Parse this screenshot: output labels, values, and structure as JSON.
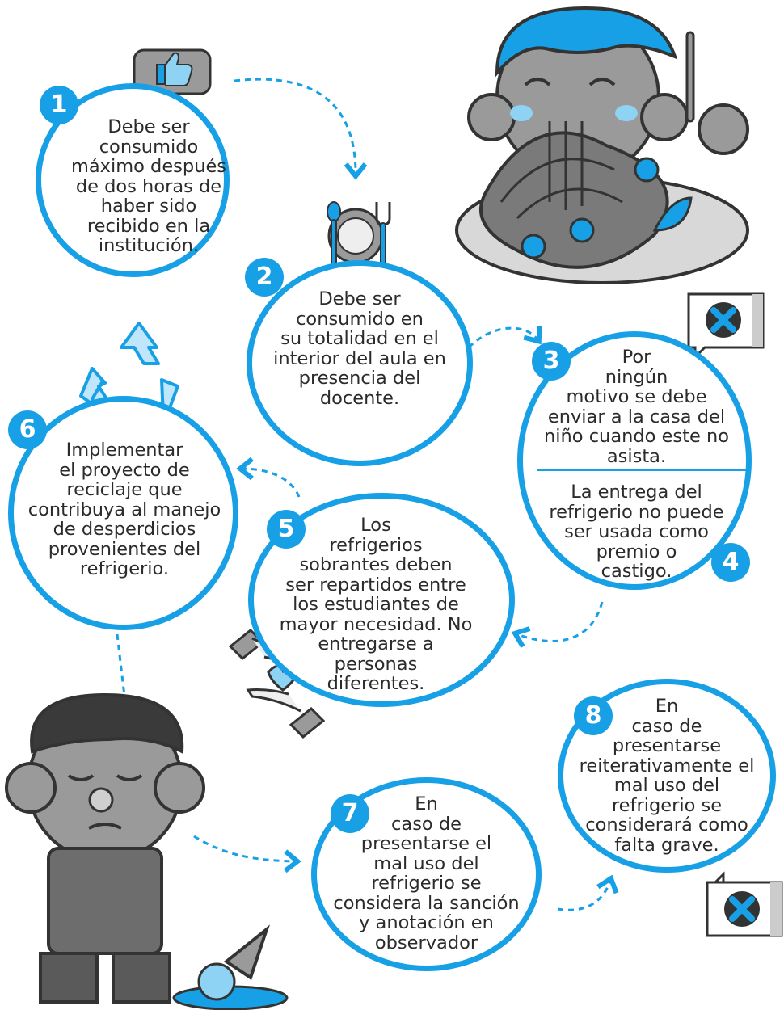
{
  "colors": {
    "accent": "#17a0e6",
    "light_blue": "#8fd3f4",
    "ink": "#2b2b2b",
    "gray": "#8c8c8c",
    "dark_gray": "#4a4a4a"
  },
  "steps": [
    {
      "num": "1",
      "text": "Debe ser\nconsumido\nmáximo después\nde dos horas de\nhaber sido\nrecibido en la\ninstitución."
    },
    {
      "num": "2",
      "text": "Debe ser\nconsumido en\nsu totalidad en el\ninterior del aula en\npresencia del\ndocente."
    },
    {
      "num": "3",
      "text": "Por\nningún\nmotivo se debe\nenviar a la casa del\nniño cuando este no\nasista."
    },
    {
      "num": "4",
      "text": "La entrega del\nrefrigerio no puede\nser usada como\npremio o\ncastigo."
    },
    {
      "num": "5",
      "text": "Los\nrefrigerios\nsobrantes deben\nser repartidos entre\nlos estudiantes de\nmayor necesidad. No\nentregarse a\npersonas\ndiferentes."
    },
    {
      "num": "6",
      "text": "Implementar\nel proyecto de\nreciclaje que\ncontribuya al manejo\nde desperdicios\nprovenientes del\nrefrigerio."
    },
    {
      "num": "7",
      "text": "En\ncaso de\npresentarse el\nmal uso del\nrefrigerio se\nconsidera la sanción\ny anotación en\nobservador"
    },
    {
      "num": "8",
      "text": "En\ncaso de\npresentarse\nreiterativamente el\nmal uso del\nrefrigerio se\nconsiderará como\nfalta grave."
    }
  ],
  "icons": {
    "step1": "thumbs-up-speech-bubble-icon",
    "step2": "plate-fork-spoon-icon",
    "step3": "x-mark-speech-bubble-icon",
    "step5": "hands-heart-icon",
    "step6": "recycle-icon",
    "step8": "x-mark-speech-bubble-icon",
    "happy": "happy-boy-eating-spaghetti",
    "sad": "sad-boy-dropped-ice-cream"
  }
}
